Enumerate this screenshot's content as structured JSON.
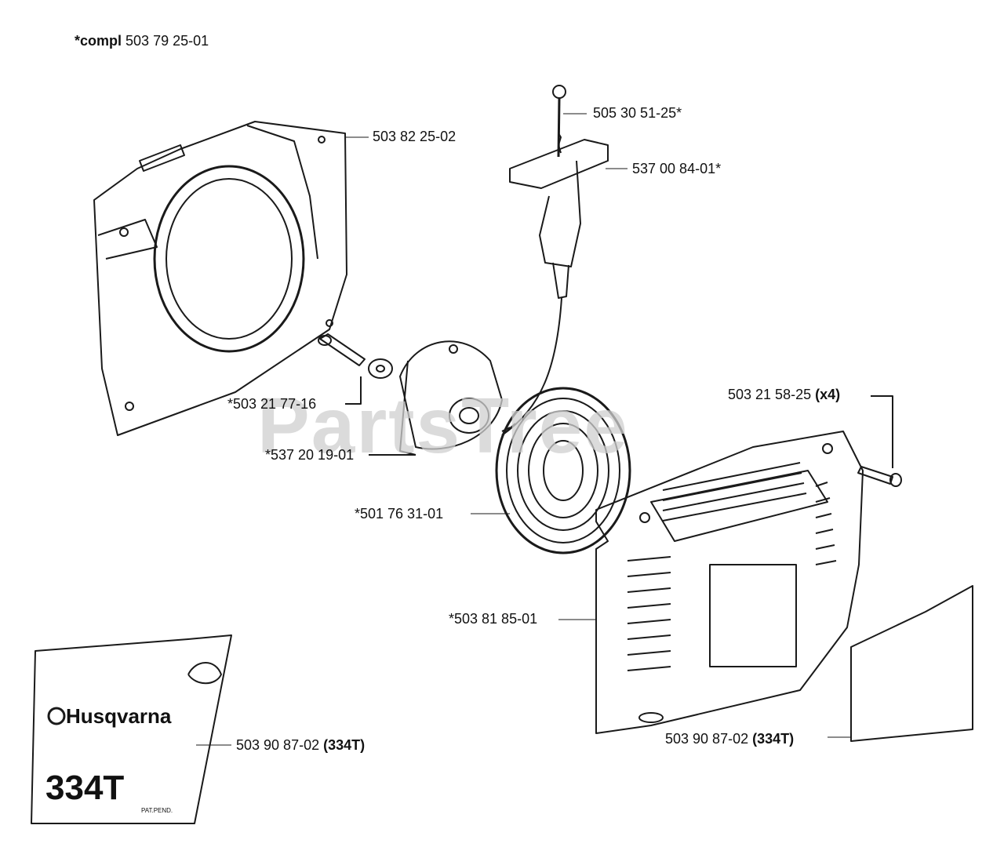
{
  "header": {
    "prefix": "*compl",
    "number": "503 79 25-01"
  },
  "watermark": "PartsTree",
  "labels": {
    "fan_housing": "503 82 25-02",
    "starter_rope": "505 30 51-25*",
    "starter_handle": "537 00 84-01*",
    "center_screw": "*503 21 77-16",
    "pulley": "*537 20 19-01",
    "recoil_spring": "*501 76 31-01",
    "cover_screw_num": "503 21 58-25",
    "cover_screw_qty": "(x4)",
    "starter_cover": "*503 81 85-01",
    "decal_left_num": "503 90 87-02",
    "decal_left_model": "(334T)",
    "decal_right_num": "503 90 87-02",
    "decal_right_model": "(334T)"
  },
  "decal": {
    "brand": "Husqvarna",
    "model": "334T",
    "small": "PAT.PEND."
  },
  "colors": {
    "line": "#1a1a1a",
    "watermark": "#cfcfcf"
  }
}
